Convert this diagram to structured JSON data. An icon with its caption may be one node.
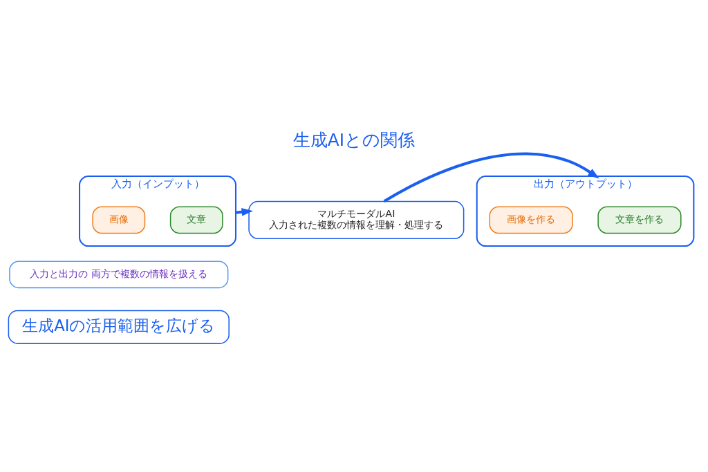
{
  "diagram": {
    "title": "生成AIとの関係",
    "nodes": [
      {
        "text": [
          "入力（インプット）"
        ]
      },
      {
        "text": [
          "文章"
        ],
        "in": 0
      },
      {
        "text": [
          "画像"
        ],
        "in": 0
      },
      {
        "text": [
          "マルチモーダルAI",
          "入力された複数の情報を理解・処理する"
        ]
      },
      {
        "text": [
          "出力（アウトプット）"
        ]
      },
      {
        "text": [
          "文章を作る"
        ],
        "in": 4
      },
      {
        "text": [
          "画像を作る"
        ],
        "in": 4
      },
      {
        "text": [
          "入力と出力の 両方で複数の情報を扱える"
        ]
      },
      {
        "text": [
          "生成AIの活用範囲を広げる"
        ]
      }
    ],
    "edges": [
      {
        "from": 0,
        "to": 3,
        "arrow": "to"
      },
      {
        "from": 3,
        "to": 4,
        "arrow": "to"
      }
    ]
  }
}
